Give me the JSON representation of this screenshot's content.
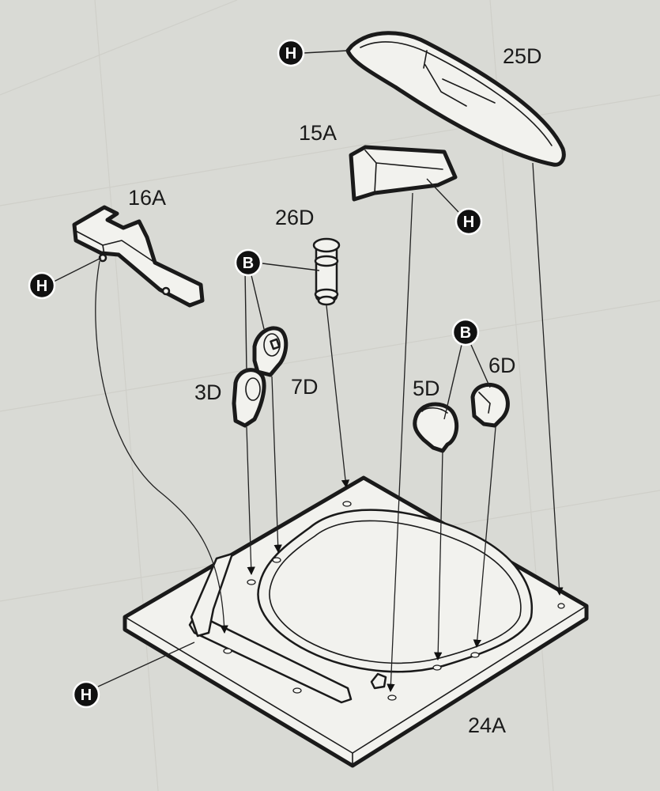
{
  "parts": {
    "p25D": "25D",
    "p15A": "15A",
    "p16A": "16A",
    "p26D": "26D",
    "p3D": "3D",
    "p7D": "7D",
    "p5D": "5D",
    "p6D": "6D",
    "p24A": "24A"
  },
  "markers": {
    "h": "H",
    "b": "B"
  },
  "colors": {
    "background": "#d9dad5",
    "part": "#f2f2ee",
    "line": "#1a1a1a",
    "badge": "#111111"
  }
}
